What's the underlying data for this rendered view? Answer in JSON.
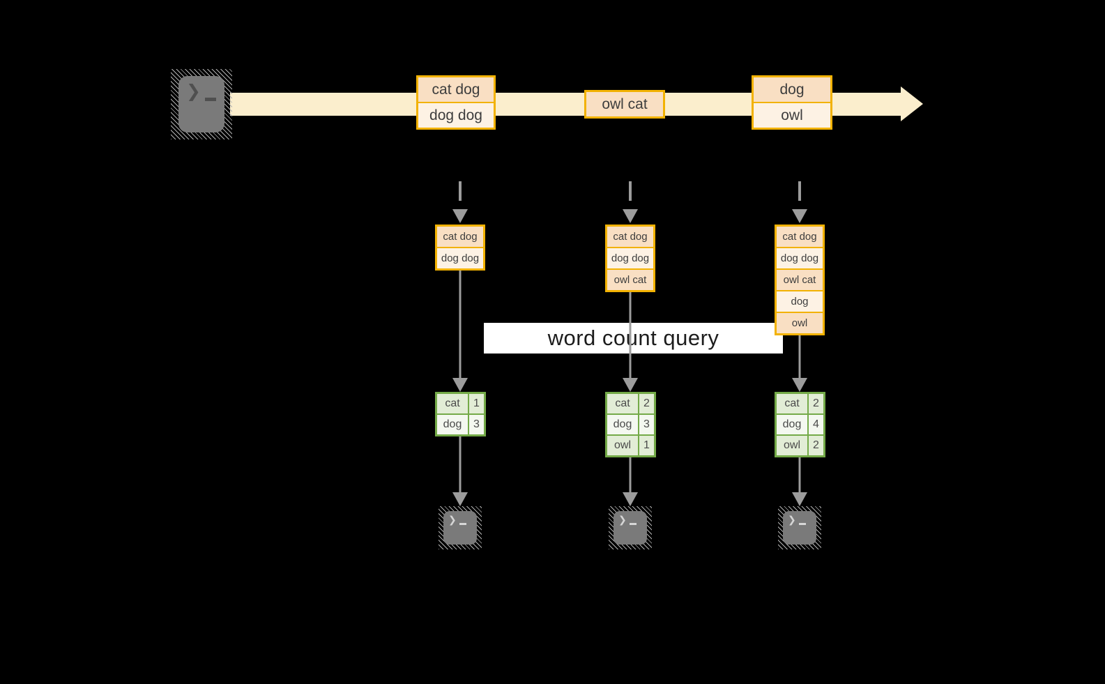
{
  "palette": {
    "background": "#000000",
    "stream_band": "#FBEECD",
    "box_border": "#F2B202",
    "box_fill_dark": "#F9DFC3",
    "box_fill_light": "#FDF2E4",
    "table_border": "#74AA48",
    "table_fill_dark": "#E2EDD6",
    "table_fill_light": "#F4F8F0",
    "arrow": "#9C9C9C",
    "terminal_fill": "#7A7A7A",
    "text": "#3D3D3D",
    "query_band_bg": "#FFFFFF",
    "query_text": "#1C1C1C"
  },
  "icons": {
    "prompt_chevron": "❯"
  },
  "stream": {
    "batches": [
      {
        "rows": [
          "cat dog",
          "dog dog"
        ]
      },
      {
        "rows": [
          "owl cat"
        ]
      },
      {
        "rows": [
          "dog",
          "owl"
        ]
      }
    ]
  },
  "query": {
    "label": "word count query"
  },
  "columns": [
    {
      "state_rows": [
        "cat dog",
        "dog dog"
      ],
      "counts": [
        [
          "cat",
          "1"
        ],
        [
          "dog",
          "3"
        ]
      ]
    },
    {
      "state_rows": [
        "cat dog",
        "dog dog",
        "owl cat"
      ],
      "counts": [
        [
          "cat",
          "2"
        ],
        [
          "dog",
          "3"
        ],
        [
          "owl",
          "1"
        ]
      ]
    },
    {
      "state_rows": [
        "cat dog",
        "dog dog",
        "owl cat",
        "dog",
        "owl"
      ],
      "counts": [
        [
          "cat",
          "2"
        ],
        [
          "dog",
          "4"
        ],
        [
          "owl",
          "2"
        ]
      ]
    }
  ]
}
